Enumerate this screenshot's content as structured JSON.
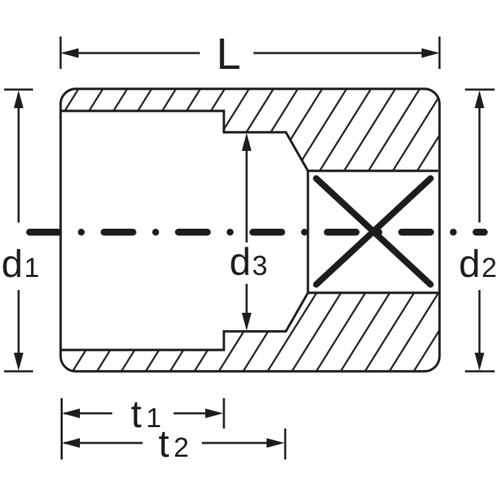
{
  "diagram": {
    "labels": {
      "length": {
        "main": "L",
        "sub": ""
      },
      "d1": {
        "main": "d",
        "sub": "1"
      },
      "d2": {
        "main": "d",
        "sub": "2"
      },
      "d3": {
        "main": "d",
        "sub": "3"
      },
      "t1": {
        "main": "t",
        "sub": "1"
      },
      "t2": {
        "main": "t",
        "sub": "2"
      }
    },
    "colors": {
      "ink": "#1d1d1b",
      "background": "#ffffff"
    }
  }
}
